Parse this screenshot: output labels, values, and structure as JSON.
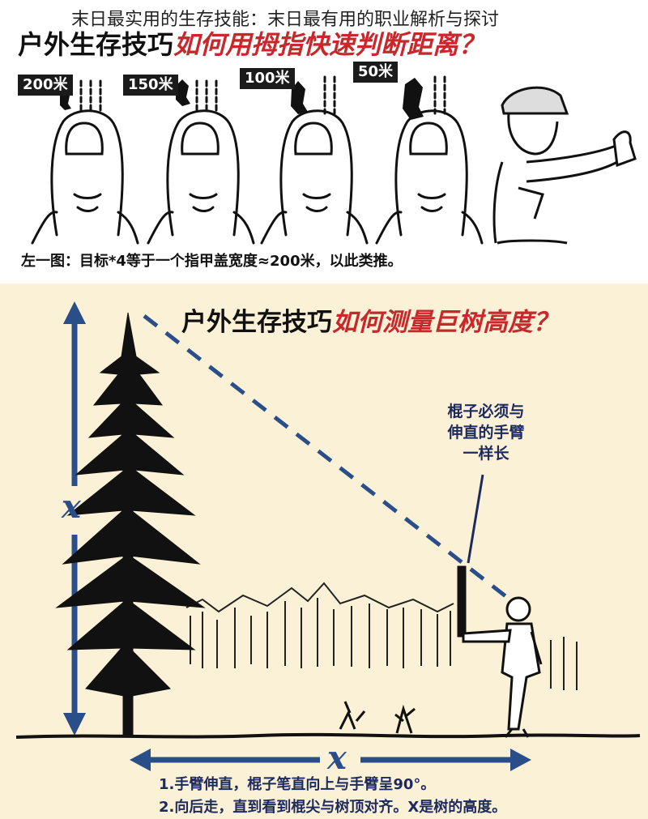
{
  "overlay": {
    "title": "末日最实用的生存技能：末日最有用的职业解析与探讨"
  },
  "top_panel": {
    "heading_black": "户外生存技巧",
    "heading_red": "如何用拇指快速判断距离？",
    "distances": [
      "200米",
      "150米",
      "100米",
      "50米"
    ],
    "caption": "左一图：目标*4等于一个指甲盖宽度≈200米，以此类推。"
  },
  "bottom_panel": {
    "heading_black": "户外生存技巧",
    "heading_red": "如何测量巨树高度？",
    "stick_note": [
      "棍子必须与",
      "伸直的手臂",
      "一样长"
    ],
    "height_label": "x",
    "ground_label": "x",
    "steps": [
      "1.手臂伸直，棍子笔直向上与手臂呈90°。",
      "2.向后走，直到看到棍尖与树顶对齐。X是树的高度。"
    ]
  },
  "colors": {
    "accent_red": "#c8282c",
    "navy": "#1c2a5e",
    "arrow_blue": "#2a4e8a",
    "paper": "#fbf1d6"
  }
}
